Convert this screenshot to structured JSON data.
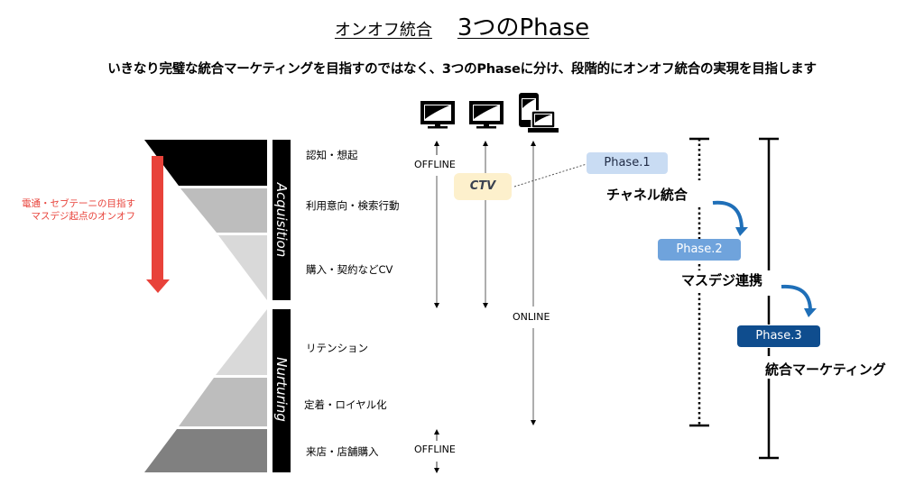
{
  "header": {
    "title": "オンオフ統合",
    "title_number": "3つのPhase",
    "subtitle": "いきなり完璧な統合マーケティングを目指すのではなく、3つのPhaseに分け、段階的にオンオフ統合の実現を目指します"
  },
  "funnel": {
    "acquisition_label": "Acquisition",
    "nurturing_label": "Nurturing",
    "acquisition_stages": [
      "認知・想起",
      "利用意向・検索行動",
      "購入・契約などCV"
    ],
    "nurturing_stages": [
      "リテンション",
      "定着・ロイヤル化",
      "来店・店舗購入"
    ],
    "red_note_line1": "電通・セブテーニの目指す",
    "red_note_line2": "マスデジ起点のオンオフ"
  },
  "channels": {
    "devices": [
      "tv-icon",
      "tv-icon",
      "mobile-laptop-icon"
    ],
    "offline_label_top": "OFFLINE",
    "ctv_label": "CTV",
    "online_label": "ONLINE",
    "offline_label_bottom": "OFFLINE"
  },
  "phases": [
    {
      "label": "Phase.1",
      "name": "チャネル統合",
      "color": "#c9dcf3"
    },
    {
      "label": "Phase.2",
      "name": "マスデジ連携",
      "color": "#6fa3dc"
    },
    {
      "label": "Phase.3",
      "name": "統合マーケティング",
      "color": "#0f4d8e"
    }
  ],
  "colors": {
    "accent_red": "#e8423a",
    "arrow_blue": "#1f6fb8"
  }
}
